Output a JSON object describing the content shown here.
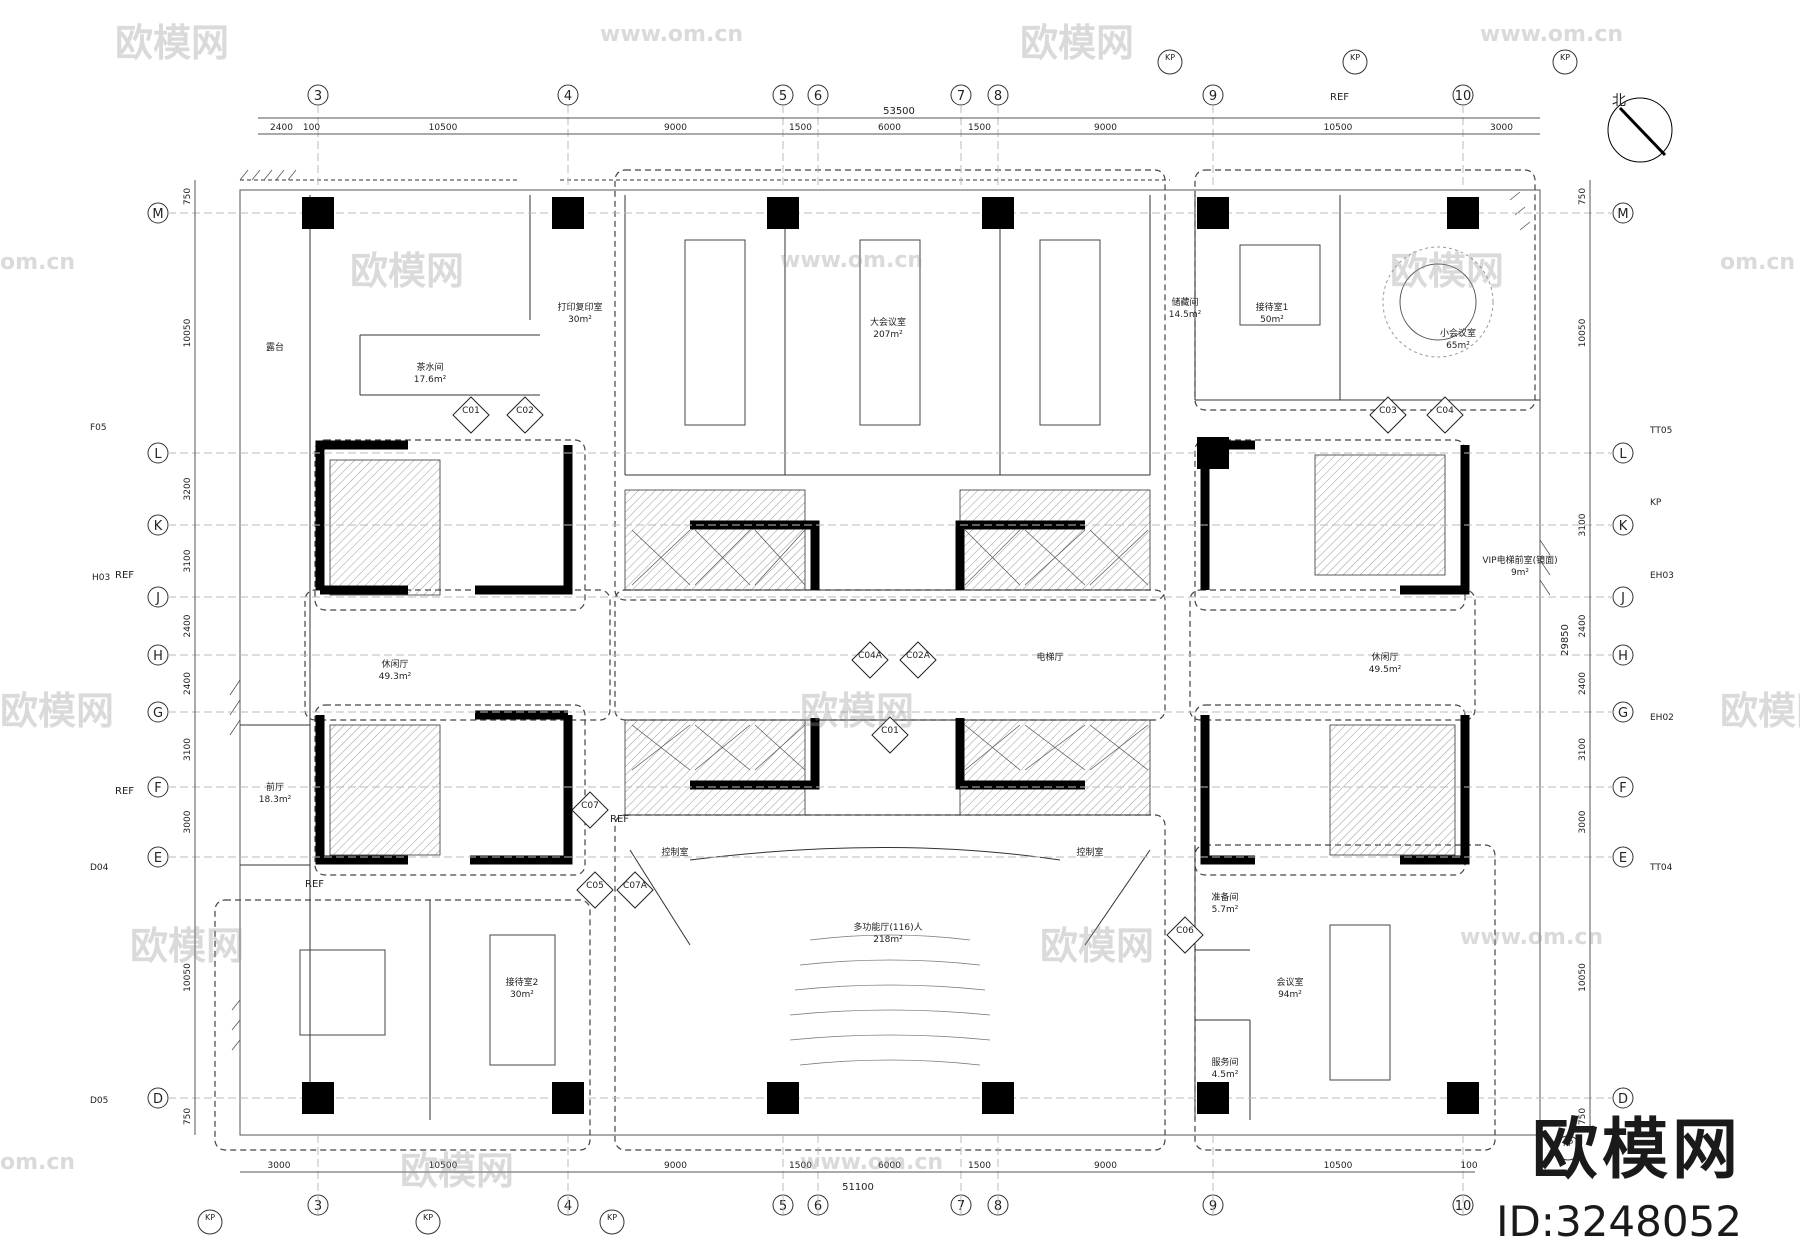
{
  "total_dimension_top": "53500",
  "total_dimension_bottom": "51100",
  "top_dims": [
    "2400",
    "100",
    "10500",
    "9000",
    "1500",
    "6000",
    "1500",
    "9000",
    "10500",
    "3000"
  ],
  "bottom_dims": [
    "3000",
    "10500",
    "9000",
    "1500",
    "6000",
    "1500",
    "9000",
    "10500",
    "100"
  ],
  "left_dims": [
    "750",
    "10050",
    "3200",
    "3100",
    "2400",
    "2400",
    "3100",
    "3000",
    "10050",
    "750"
  ],
  "right_dims": [
    "750",
    "10050",
    "3100",
    "2400",
    "2400",
    "3100",
    "3000",
    "10050",
    "750"
  ],
  "right_total": "29850",
  "column_grid": [
    "3",
    "4",
    "5",
    "6",
    "7",
    "8",
    "9",
    "10"
  ],
  "row_grid": [
    "M",
    "L",
    "K",
    "J",
    "H",
    "G",
    "F",
    "E",
    "D"
  ],
  "north_label": "北",
  "rooms": [
    {
      "id": "lounge",
      "name": "休闲厅",
      "area": "49.3m²"
    },
    {
      "id": "elevator_hall",
      "name": "电梯厅",
      "area": ""
    },
    {
      "id": "lounge_r",
      "name": "休闲厅",
      "area": "49.5m²"
    },
    {
      "id": "large_meeting",
      "name": "大会议室",
      "area": "207m²"
    },
    {
      "id": "reception1",
      "name": "接待室1",
      "area": "50m²"
    },
    {
      "id": "meeting_small",
      "name": "小会议室",
      "area": "65m²"
    },
    {
      "id": "reception2",
      "name": "接待室2",
      "area": "30m²"
    },
    {
      "id": "multi_hall",
      "name": "多功能厅(116)人",
      "area": "218m²"
    },
    {
      "id": "meeting_room",
      "name": "会议室",
      "area": "94m²"
    },
    {
      "id": "pantry",
      "name": "茶水间",
      "area": "17.6m²"
    },
    {
      "id": "copy_room",
      "name": "打印复印室",
      "area": "30m²"
    },
    {
      "id": "storage",
      "name": "储藏间",
      "area": "14.5m²"
    },
    {
      "id": "lobby",
      "name": "前厅",
      "area": "18.3m²"
    },
    {
      "id": "vip_room",
      "name": "VIP电梯前室(镜面)",
      "area": "9m²"
    },
    {
      "id": "control_l",
      "name": "控制室",
      "area": ""
    },
    {
      "id": "control_r",
      "name": "控制室",
      "area": ""
    },
    {
      "id": "prep",
      "name": "准备间",
      "area": "5.7m²"
    },
    {
      "id": "service",
      "name": "服务间",
      "area": "4.5m²"
    },
    {
      "id": "balcony",
      "name": "露台",
      "area": ""
    }
  ],
  "labels": {
    "kp": "KP",
    "ref": "REF",
    "refs_left": [
      "H03",
      "F05",
      "D04",
      "D05"
    ],
    "refs_right": [
      "TT05",
      "KP",
      "EH03",
      "EH02",
      "TT04"
    ],
    "callouts": [
      "C01",
      "C02",
      "C03",
      "C04",
      "C05",
      "C06",
      "C07",
      "C07A",
      "C04A",
      "C02A",
      "C01"
    ]
  },
  "brand": {
    "name": "欧模网",
    "id": "ID:3248052",
    "url": "www.om.cn",
    "url_short": "om.cn"
  }
}
